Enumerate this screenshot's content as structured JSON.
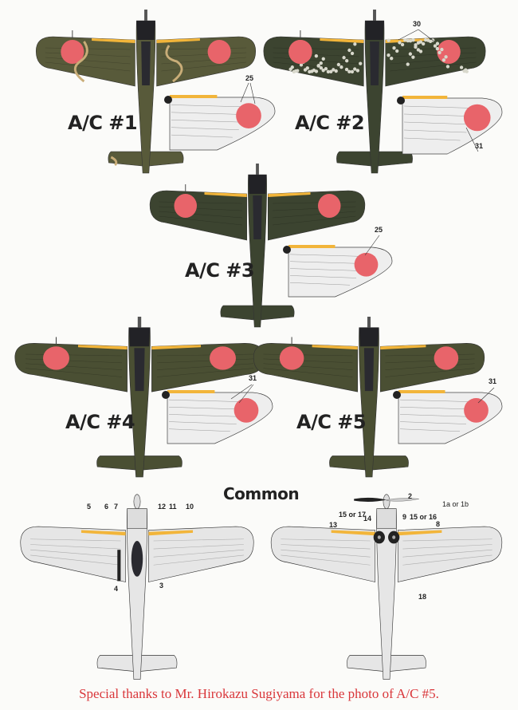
{
  "aircraft": [
    {
      "label": "A/C #1",
      "scheme": "green-with-tan-squiggles",
      "callout": "25"
    },
    {
      "label": "A/C #2",
      "scheme": "mottled-green-over-grey",
      "callouts": [
        "30",
        "31"
      ]
    },
    {
      "label": "A/C #3",
      "scheme": "dark-green",
      "callout": "25"
    },
    {
      "label": "A/C #4",
      "scheme": "olive-green",
      "callout": "31"
    },
    {
      "label": "A/C #5",
      "scheme": "olive-green",
      "callout": "31"
    }
  ],
  "common": {
    "title": "Common",
    "upper_callouts": [
      "5",
      "6",
      "7",
      "12",
      "11",
      "10",
      "4",
      "3"
    ],
    "lower_callouts": [
      "2",
      "1a or 1b",
      "15 or 17",
      "14",
      "13",
      "9",
      "15 or 16",
      "8",
      "18"
    ]
  },
  "footer": "Special thanks to Mr. Hirokazu Sugiyama for the photo of A/C #5.",
  "colors": {
    "hinomaru": "#e8646a",
    "yellow": "#f2b53a",
    "green1": "#4a4f33",
    "green2": "#3c4430",
    "green3": "#585a3a",
    "grey": "#e6e6e6",
    "cowl": "#222226",
    "footer": "#d9363a",
    "tan": "#c9ad78"
  }
}
